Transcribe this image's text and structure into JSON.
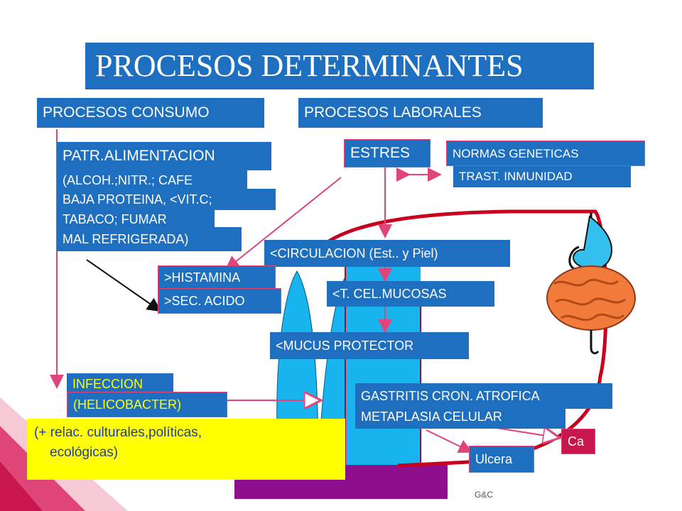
{
  "title": "PROCESOS DETERMINANTES",
  "consumo": {
    "header": "PROCESOS CONSUMO",
    "alimentacion": "PATR.ALIMENTACION",
    "lines": [
      "(ALCOH.;NITR.; CAFE",
      "BAJA PROTEINA, <VIT.C;",
      "TABACO; FUMAR",
      "MAL REFRIGERADA)"
    ]
  },
  "laborales": {
    "header": "PROCESOS LABORALES",
    "estres": "ESTRES"
  },
  "normas": "NORMAS  GENETICAS",
  "trast": "TRAST. INMUNIDAD",
  "circulacion": "<CIRCULACION (Est.. y Piel)",
  "histamina": ">HISTAMINA",
  "acido": ">SEC. ACIDO",
  "celmucosas": "<T. CEL.MUCOSAS",
  "mucus": "<MUCUS PROTECTOR",
  "infeccion": [
    "INFECCION",
    "(HELICOBACTER)"
  ],
  "gastritis": "GASTRITIS CRON. ATROFICA",
  "metaplasia": "METAPLASIA CELULAR",
  "ca": "Ca",
  "ulcera": "Ulcera",
  "culturales": [
    "(+ relac. culturales,políticas,",
    "ecológicas)"
  ],
  "credit": "G&C",
  "colors": {
    "blue": "#1f6fc0",
    "pink": "#e0457a",
    "yellow": "#ffff00",
    "cyan": "#18b4f0",
    "purple": "#8e0f8e",
    "red": "#c8001e"
  }
}
